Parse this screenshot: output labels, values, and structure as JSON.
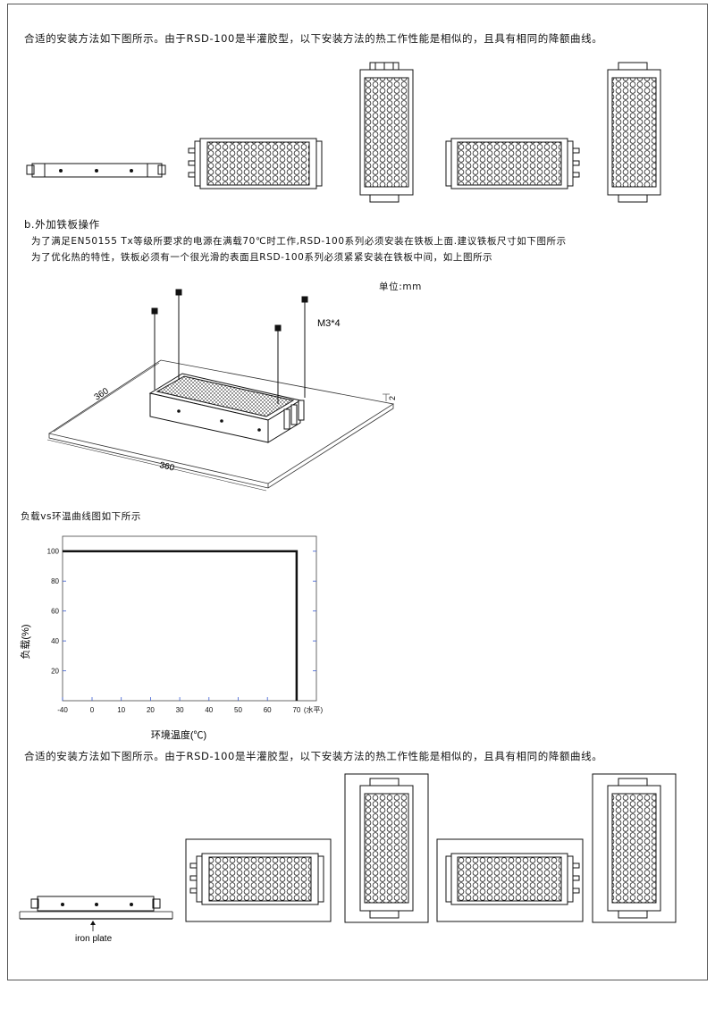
{
  "intro_text": "合适的安装方法如下图所示。由于RSD-100是半灌胶型，以下安装方法的热工作性能是相似的，且具有相同的降额曲线。",
  "section_b": {
    "title": "b.外加铁板操作",
    "line1": "为了满足EN50155 Tx等级所要求的电源在满载70℃时工作,RSD-100系列必须安装在铁板上面.建议铁板尺寸如下图所示",
    "line2": "为了优化热的特性，铁板必须有一个很光滑的表面且RSD-100系列必须紧紧安装在铁板中间，如上图所示"
  },
  "plate_drawing": {
    "unit_label": "单位:mm",
    "screw_label": "M3*4",
    "width_label": "360",
    "depth_label": "360",
    "thickness_label": "2"
  },
  "curve_section_title": "负载vs环温曲线图如下所示",
  "chart_data": {
    "type": "line",
    "title": "",
    "xlabel": "环境温度(℃)",
    "ylabel": "负载(%)",
    "x_ticks": [
      "-40",
      "0",
      "10",
      "20",
      "30",
      "40",
      "50",
      "60",
      "70"
    ],
    "x_tick_suffix": "(水平)",
    "y_ticks": [
      "20",
      "40",
      "60",
      "80",
      "100"
    ],
    "xlim": [
      -40,
      77
    ],
    "ylim": [
      0,
      110
    ],
    "series": [
      {
        "x": [
          -40,
          70,
          70
        ],
        "y": [
          100,
          100,
          0
        ]
      }
    ]
  },
  "intro_text_2": "合适的安装方法如下图所示。由于RSD-100是半灌胶型，以下安装方法的热工作性能是相似的，且具有相同的降额曲线。",
  "iron_plate_label": "iron plate"
}
